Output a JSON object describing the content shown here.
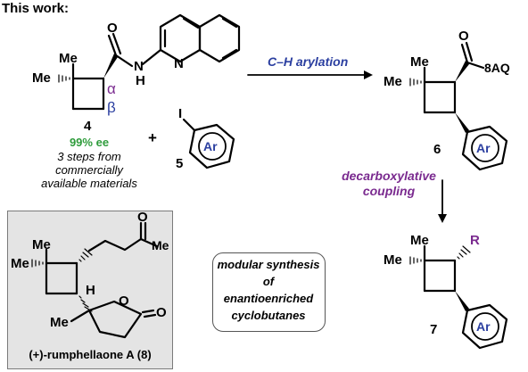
{
  "heading": "This work:",
  "colors": {
    "blue": "#2b3fa0",
    "green": "#2f9c3c",
    "purple": "#7a2a8f",
    "box_fill": "#e4e4e4",
    "box_border": "#7a7a7a"
  },
  "compound_4": {
    "number": "4",
    "me": "Me",
    "me_dash": "Me",
    "nh": "H",
    "n": "N",
    "n_ring": "N",
    "o": "O",
    "alpha": "α",
    "beta": "β",
    "ee": "99% ee",
    "note_line1": "3 steps from",
    "note_line2": "commercially",
    "note_line3": "available materials"
  },
  "plus": "+",
  "compound_5": {
    "number": "5",
    "iodo": "I",
    "ar": "Ar"
  },
  "arrow1_label": "C–H arylation",
  "compound_6": {
    "number": "6",
    "me": "Me",
    "me_dash": "Me",
    "o": "O",
    "aq": "8AQ",
    "ar": "Ar"
  },
  "arrow2_label_line1": "decarboxylative",
  "arrow2_label_line2": "coupling",
  "compound_7": {
    "number": "7",
    "me": "Me",
    "me_dash": "Me",
    "r": "R",
    "ar": "Ar"
  },
  "summary_line1": "modular synthesis",
  "summary_line2": "of",
  "summary_line3": "enantioenriched",
  "summary_line4": "cyclobutanes",
  "natural_product": {
    "name": "(+)-rumphellaone A (8)",
    "me_top": "Me",
    "me_dash": "Me",
    "me_ketone": "Me",
    "o_ketone": "O",
    "h": "H",
    "o_ring": "O",
    "o_carbonyl": "O",
    "me_lower": "Me"
  }
}
